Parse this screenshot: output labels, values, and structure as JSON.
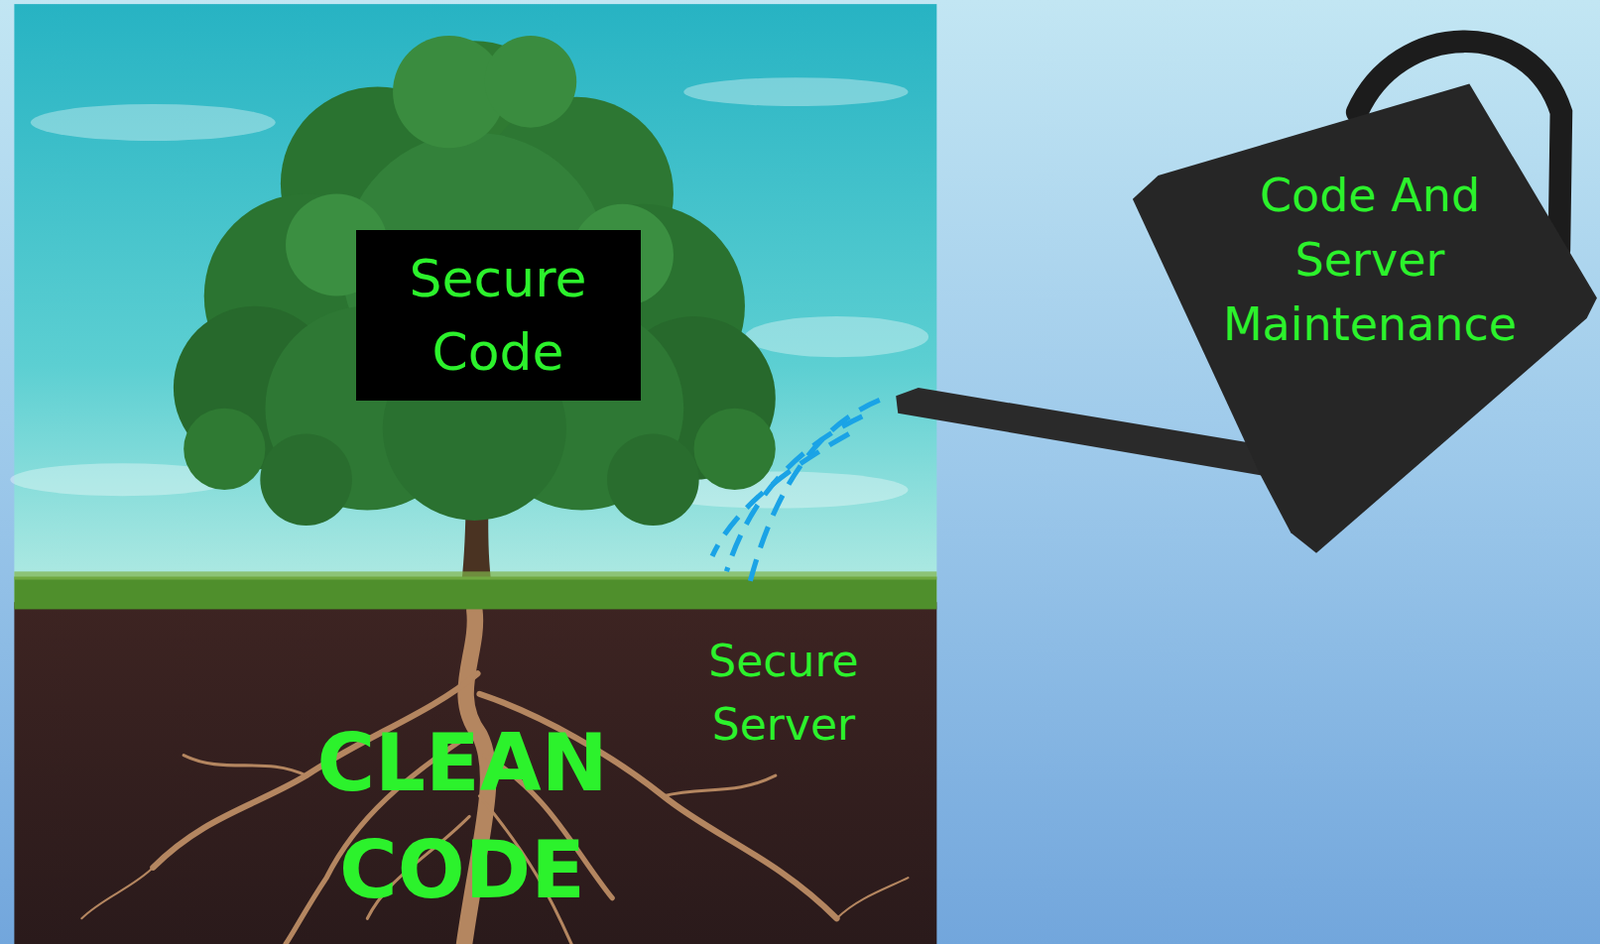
{
  "diagram": {
    "nodes": [
      {
        "text": [
          "Secure Code"
        ]
      },
      {
        "text": [
          "Code And Server Maintenance"
        ]
      }
    ],
    "labels": [
      "Secure Server",
      "CLEAN CODE"
    ]
  }
}
